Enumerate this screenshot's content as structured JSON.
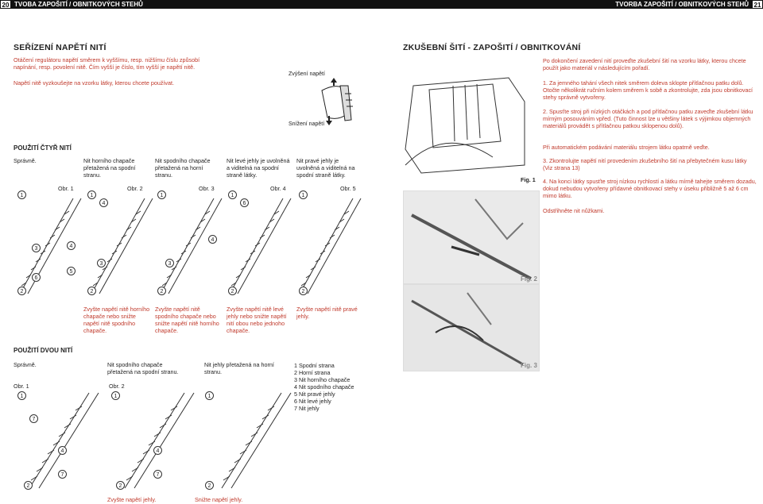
{
  "header": {
    "left_page": "20",
    "left_title": "TVOBA ZAPOŠITÍ / OBNITKOVÝCH STEHŮ",
    "right_title": "TVORBA ZAPOŠITÍ / OBNITKOVÝCH STEHŮ",
    "right_page": "21"
  },
  "left": {
    "title": "SEŘÍZENÍ NAPĚTÍ NITÍ",
    "intro1": "Otáčení regulátoru napětí směrem k vyššímu, resp. nižšímu číslu způsobí napínání, resp. povolení nitě. Čím vyšší je číslo, tím vyšší je napětí nitě.",
    "intro2": "Napětí nitě vyzkoušejte na vzorku látky, kterou chcete používat.",
    "dial_up": "Zvýšení napětí",
    "dial_down": "Snížení napětí",
    "four": {
      "title": "POUŽITÍ ČTYŘ NITÍ",
      "cols": [
        {
          "top": "Správně.",
          "obr": "",
          "bottom": ""
        },
        {
          "top": "Nit horního chapače přetažená na spodní stranu.",
          "obr": "Obr. 1",
          "bottom": "Zvyšte napětí nitě horního chapače nebo snižte napětí nitě spodního chapače."
        },
        {
          "top": "Nit spodního chapače přetažená na horní stranu.",
          "obr": "Obr. 2",
          "bottom": "Zvyšte napětí nitě spodního chapače nebo snižte napětí nitě horního chapače."
        },
        {
          "top": "Nit levé jehly je uvolněná a viditelná na spodní straně látky.",
          "obr": "Obr. 3",
          "bottom": "Zvyšte napětí nitě levé jehly nebo snižte napětí nití obou nebo jednoho chapače."
        },
        {
          "top": "Nit pravé jehly je uvolněná a viditelná na spodní straně látky.",
          "obr": "Obr. 4",
          "bottom": "Zvyšte napětí nitě pravé jehly."
        },
        {
          "top": "",
          "obr": "Obr. 5",
          "bottom": ""
        }
      ]
    },
    "two": {
      "title": "POUŽITÍ DVOU NITÍ",
      "cols": [
        {
          "top": "Správně.",
          "obr": "Obr. 1",
          "bottom": ""
        },
        {
          "top": "Nit spodního chapače přetažená na spodní stranu.",
          "obr": "Obr. 2",
          "bottom": "Zvyšte napětí jehly."
        },
        {
          "top": "Nit jehly přetažená na horní stranu.",
          "obr": "",
          "bottom": "Snižte napětí jehly."
        }
      ],
      "legend": [
        "1  Spodní strana",
        "2  Horní strana",
        "3  Nit horního chapače",
        "4  Nit spodního chapače",
        "5  Nit pravé jehly",
        "6  Nit levé jehly",
        "7  Nit jehly"
      ]
    }
  },
  "right": {
    "title": "ZKUŠEBNÍ ŠITÍ - ZAPOŠITÍ / OBNITKOVÁNÍ",
    "intro": "Po dokončení zavedení nití proveďte zkušební šití na vzorku látky, kterou chcete použít jako materiál v následujícím pořadí.",
    "steps": [
      {
        "n": "1.",
        "text": "Za jemného tahání všech nitek směrem doleva sklopte přítlačnou patku dolů. Otočte několikrát ručním kolem směrem k sobě a zkontrolujte, zda jsou obnitkovací stehy správně vytvořeny."
      },
      {
        "n": "2.",
        "text": "Spusťte stroj při nízkých otáčkách a pod přítlačnou patku zaveďte zkušební látku mírným posouváním vpřed. (Tuto činnost lze u většiny látek s výjimkou objemných materiálů provádět s přítlačnou patkou sklopenou dolů)."
      },
      {
        "n": "",
        "text": "Při automatickém podávání materiálu strojem látku opatrně veďte."
      },
      {
        "n": "3.",
        "text": "Zkontrolujte napětí nití provedením zkušebního šití na přebytečném kusu látky (Viz strana 13)"
      },
      {
        "n": "4.",
        "text": "Na konci látky spusťte stroj nízkou rychlostí a látku mírně tahejte směrem dozadu, dokud nebudou vytvořeny přídavné obnitkovací stehy v úseku přibližně 5 až 6 cm mimo látku."
      },
      {
        "n": "",
        "text": "Odstřihněte nit nůžkami."
      }
    ],
    "fig1": "Fig. 1",
    "fig2": "Fig. 2",
    "fig3": "Fig. 3"
  }
}
